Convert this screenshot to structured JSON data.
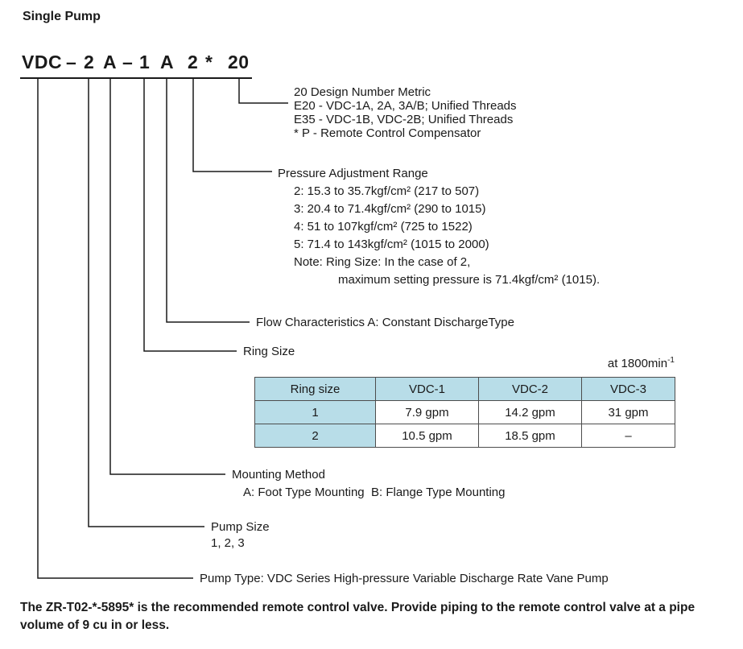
{
  "page": {
    "title": "Single Pump"
  },
  "colors": {
    "table_highlight": "#b8dde8"
  },
  "model_code": {
    "segments": [
      "VDC",
      "–",
      "2",
      "A",
      "–",
      "1",
      "A",
      "2",
      "*",
      "20"
    ]
  },
  "callouts": {
    "design_number": {
      "lines": [
        "20 Design Number Metric",
        "E20 - VDC-1A, 2A, 3A/B; Unified Threads",
        "E35 - VDC-1B, VDC-2B; Unified Threads",
        "* P - Remote Control Compensator"
      ]
    },
    "pressure_range": {
      "title": "Pressure Adjustment Range",
      "lines": [
        "2: 15.3 to 35.7kgf/cm² (217 to 507)",
        "3: 20.4 to 71.4kgf/cm² (290 to 1015)",
        "4: 51 to 107kgf/cm² (725 to 1522)",
        "5: 71.4 to 143kgf/cm² (1015 to 2000)",
        "Note: Ring Size: In the case of 2,",
        "maximum setting pressure is 71.4kgf/cm² (1015)."
      ]
    },
    "flow_characteristics": {
      "label": "Flow Characteristics A: Constant DischargeType"
    },
    "ring_size": {
      "label": "Ring Size"
    },
    "mounting_method": {
      "title": "Mounting Method",
      "detail": "A: Foot Type Mounting  B: Flange Type Mounting"
    },
    "pump_size": {
      "title": "Pump Size",
      "detail": "1, 2, 3"
    },
    "pump_type": {
      "label": "Pump Type: VDC Series High-pressure Variable Discharge Rate Vane Pump"
    }
  },
  "flow_table": {
    "caption": "at 1800min",
    "caption_sup": "-1",
    "headers": [
      "Ring size",
      "VDC-1",
      "VDC-2",
      "VDC-3"
    ],
    "rows": [
      [
        "1",
        "7.9 gpm",
        "14.2 gpm",
        "31 gpm"
      ],
      [
        "2",
        "10.5 gpm",
        "18.5 gpm",
        "–"
      ]
    ]
  },
  "footer_note": "The ZR-T02-*-5895* is the recommended remote control valve. Provide piping to the remote control valve at a pipe volume of 9 cu in or less."
}
